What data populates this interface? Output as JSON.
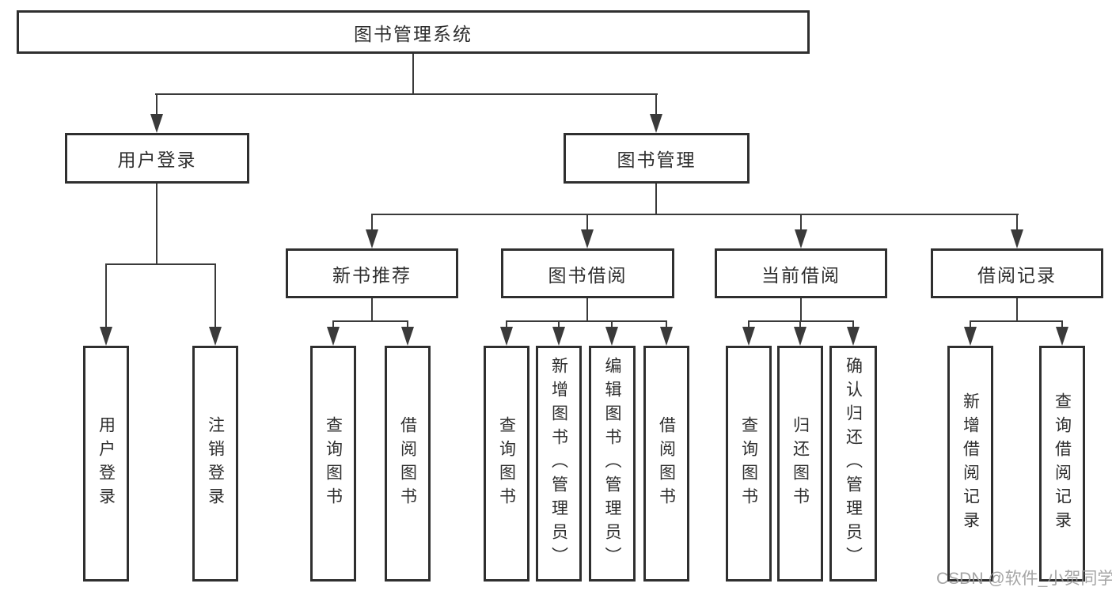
{
  "tree": {
    "root": "图书管理系统",
    "branches": [
      {
        "label": "用户登录",
        "children": [
          "用户登录",
          "注销登录"
        ]
      },
      {
        "label": "图书管理",
        "groups": [
          {
            "label": "新书推荐",
            "children": [
              "查询图书",
              "借阅图书"
            ]
          },
          {
            "label": "图书借阅",
            "children": [
              "查询图书",
              "新增图书（管理员）",
              "编辑图书（管理员）",
              "借阅图书"
            ]
          },
          {
            "label": "当前借阅",
            "children": [
              "查询图书",
              "归还图书",
              "确认归还（管理员）"
            ]
          },
          {
            "label": "借阅记录",
            "children": [
              "新增借阅记录",
              "查询借阅记录"
            ]
          }
        ]
      }
    ]
  },
  "watermark": "CSDN @软件_小贺同学",
  "colors": {
    "line": "#3a3a3a",
    "box_border": "#2f2f2f",
    "box_background": "#ffffff",
    "text": "#2e2e2e",
    "watermark": "#9b9b9b"
  }
}
